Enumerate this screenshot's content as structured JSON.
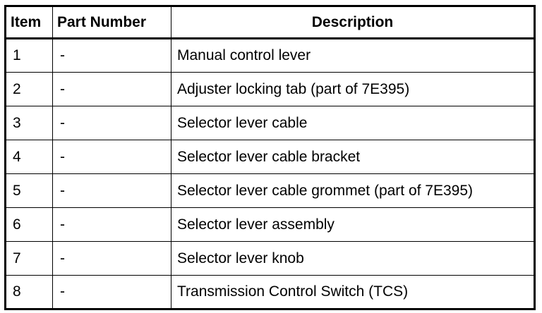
{
  "table": {
    "headers": {
      "item": "Item",
      "part_number": "Part Number",
      "description": "Description"
    },
    "rows": [
      {
        "item": "1",
        "part_number": "-",
        "description": "Manual control lever"
      },
      {
        "item": "2",
        "part_number": "-",
        "description": "Adjuster locking tab (part of 7E395)"
      },
      {
        "item": "3",
        "part_number": "-",
        "description": "Selector lever cable"
      },
      {
        "item": "4",
        "part_number": "-",
        "description": "Selector lever cable bracket"
      },
      {
        "item": "5",
        "part_number": "-",
        "description": "Selector lever cable grommet (part of 7E395)"
      },
      {
        "item": "6",
        "part_number": "-",
        "description": "Selector lever assembly"
      },
      {
        "item": "7",
        "part_number": "-",
        "description": "Selector lever knob"
      },
      {
        "item": "8",
        "part_number": "-",
        "description": "Transmission Control Switch (TCS)"
      }
    ]
  }
}
